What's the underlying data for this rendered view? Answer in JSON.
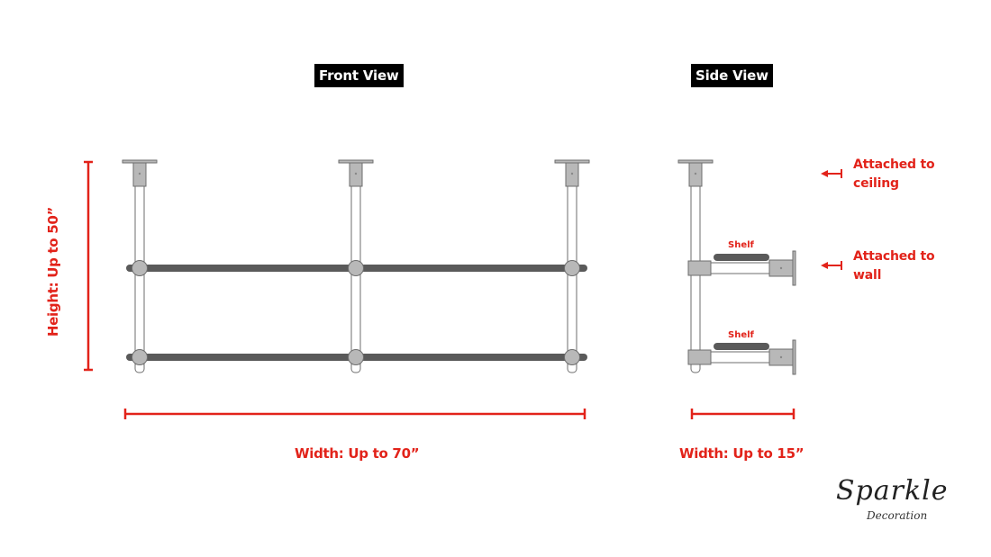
{
  "titles": {
    "front_view": "Front View",
    "side_view": "Side View"
  },
  "dimensions": {
    "height": "Height: Up to 50”",
    "front_width": "Width: Up to 70”",
    "side_width": "Width: Up to 15”"
  },
  "annotations": {
    "ceiling_line1": "Attached to",
    "ceiling_line2": "ceiling",
    "wall_line1": "Attached to",
    "wall_line2": "wall",
    "shelf_upper": "Shelf",
    "shelf_lower": "Shelf"
  },
  "logo": {
    "main": "Sparkle",
    "sub": "Decoration"
  },
  "colors": {
    "accent_red": "#e2231a",
    "bar_dark": "#5a5a5a",
    "fitting_gray": "#b8b8b8",
    "outline": "#6e6e6e",
    "badge_bg": "#000000"
  }
}
